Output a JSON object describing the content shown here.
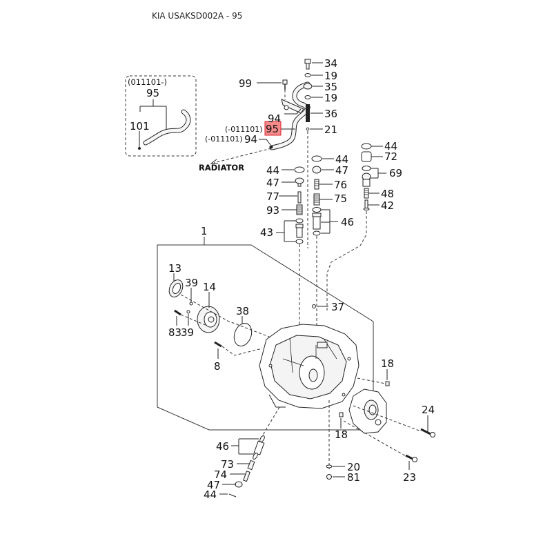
{
  "header": {
    "title": "KIA USAKSD002A - 95"
  },
  "highlight": {
    "part_number": "95",
    "color": "#f26d6d",
    "border_color": "#d9232e"
  },
  "inset": {
    "date_range": "(011101-)",
    "group_label": "95",
    "sub_label": "101"
  },
  "annotations": {
    "radiator": "RADIATOR",
    "date_prefix_95": "(-011101)",
    "date_prefix_94": "(-011101)"
  },
  "callouts": {
    "p34": "34",
    "p19a": "19",
    "p99": "99",
    "p35": "35",
    "p19b": "19",
    "p94a": "94",
    "p36": "36",
    "p95": "95",
    "p21": "21",
    "p94b": "94",
    "p44a": "44",
    "p47a": "47",
    "p77": "77",
    "p93": "93",
    "p43": "43",
    "p44b": "44",
    "p47b": "47",
    "p76": "76",
    "p75": "75",
    "p46a": "46",
    "p44c": "44",
    "p72": "72",
    "p69": "69",
    "p48": "48",
    "p42": "42",
    "p1": "1",
    "p13": "13",
    "p39a": "39",
    "p14": "14",
    "p38": "38",
    "p83": "83",
    "p39b": "39",
    "p8": "8",
    "p37": "37",
    "p18a": "18",
    "p18b": "18",
    "p24": "24",
    "p23": "23",
    "p20": "20",
    "p81": "81",
    "p46b": "46",
    "p73": "73",
    "p74": "74",
    "p47c": "47",
    "p44d": "44"
  }
}
